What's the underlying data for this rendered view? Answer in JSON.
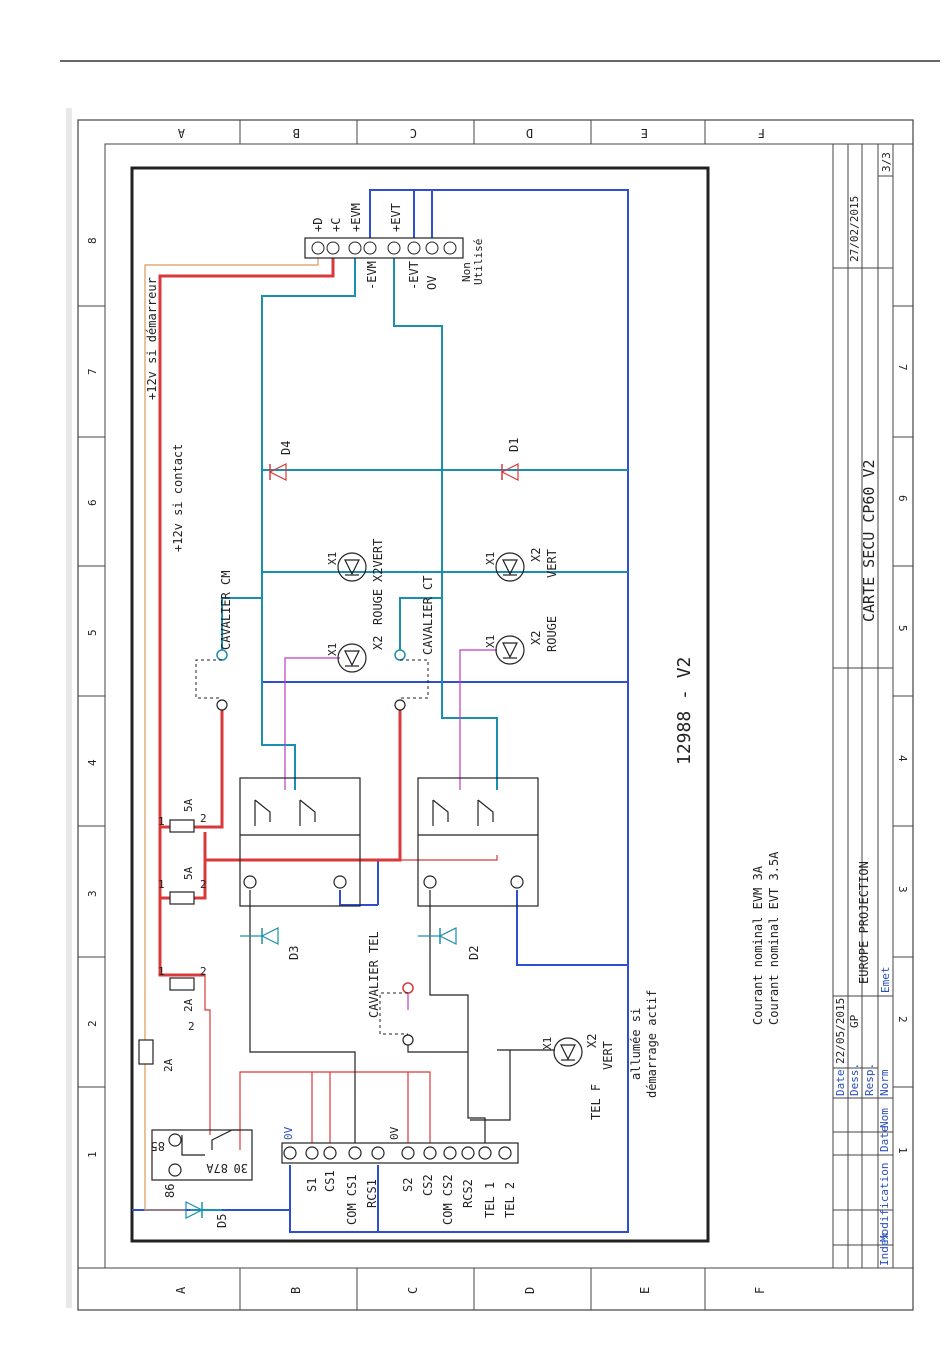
{
  "drawing": {
    "number": "12988 - V2",
    "title": "CARTE SECU CP60 V2",
    "company": "EUROPE PROJECTION",
    "date": "27/02/2015",
    "sheet": "3/3",
    "dess_date": "22/05/2015",
    "dess_name": "GP",
    "notes": [
      "Courant nominal EVM 3A",
      "Courant nominal EVT 3.5A"
    ]
  },
  "cartouche": {
    "date_label": "Date",
    "dess_label": "Dess.",
    "resp_label": "Resp.",
    "norm_label": "Norm",
    "emet_label": "Emet",
    "index_label": "Index",
    "modification_label": "Modification",
    "date_col": "Date",
    "nom_col": "Nom",
    "nom_col2": "Nom"
  },
  "grid": {
    "numbers": [
      "1",
      "2",
      "3",
      "4",
      "5",
      "6",
      "7",
      "8"
    ],
    "letters": [
      "A",
      "B",
      "C",
      "D",
      "E",
      "F"
    ]
  },
  "labels": {
    "plus12_dem": "+12v si démarreur",
    "plus12_contact": "+12v si contact",
    "cav_cm": "CAVALIER CM",
    "cav_ct": "CAVALIER CT",
    "cav_tel": "CAVALIER TEL",
    "d1": "D1",
    "d2": "D2",
    "d3": "D3",
    "d4": "D4",
    "d5": "D5",
    "x1": "X1",
    "x2": "X2",
    "rouge": "ROUGE",
    "vert": "VERT",
    "x2vert": "X2VERT",
    "tel_f": "TEL F",
    "allumee1": "allumée si",
    "allumee2": "démarrage actif",
    "fuse_5a": "5A",
    "fuse_2a": "2A",
    "pin1": "1",
    "pin2": "2",
    "relay_85": "85",
    "relay_86": "86",
    "relay_87a": "87A",
    "relay_30": "30",
    "ov": "0V",
    "term_left": [
      "S1",
      "CS1",
      "COM CS1",
      "RCS1"
    ],
    "term_right": [
      "S2",
      "CS2",
      "COM CS2",
      "RCS2",
      "TEL 1",
      "TEL 2"
    ],
    "top_conn": [
      "+D",
      "+C",
      "+EVM",
      "+EVT"
    ],
    "top_conn_low": [
      "-EVM",
      "-EVT",
      "OV",
      "Non",
      "Utilisé"
    ]
  },
  "colors": {
    "red": "#d83a3a",
    "blue": "#2f4fd0",
    "teal": "#1a8fb0",
    "magenta": "#c03cc0",
    "black": "#222222",
    "orange": "#d89a5a"
  }
}
